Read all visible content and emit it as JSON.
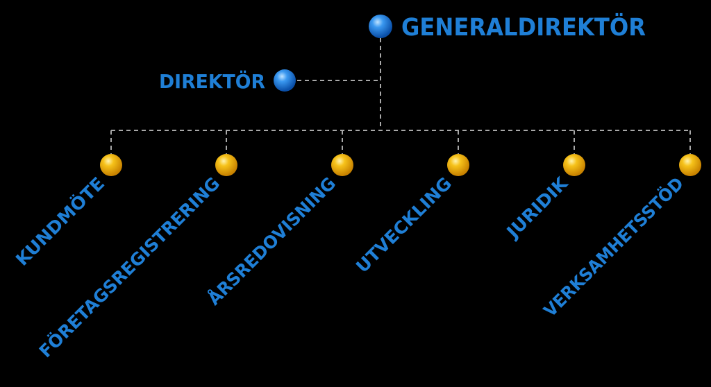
{
  "top": {
    "label": "GENERALDIREKTÖR"
  },
  "side": {
    "label": "DIREKTÖR"
  },
  "departments": [
    {
      "label": "KUNDMÖTE"
    },
    {
      "label": "FÖRETAGSREGISTRERING"
    },
    {
      "label": "ÅRSREDOVISNING"
    },
    {
      "label": "UTVECKLING"
    },
    {
      "label": "JURIDIK"
    },
    {
      "label": "VERKSAMHETSSTÖD"
    }
  ],
  "colors": {
    "background": "#000000",
    "text": "#1f7fd6",
    "connector": "#a8a8a8",
    "leader_node": "#1a78d8",
    "department_node": "#f2b20a"
  }
}
